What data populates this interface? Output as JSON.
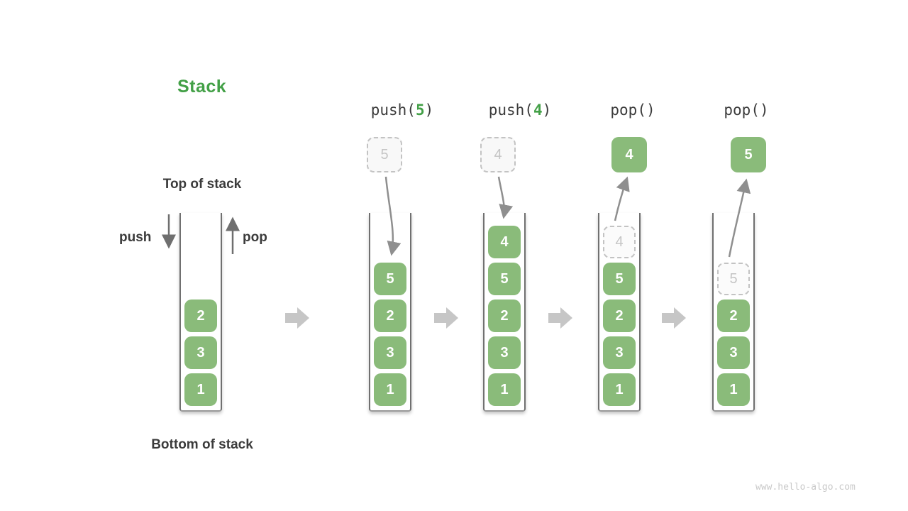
{
  "title": "Stack",
  "side_labels": {
    "top": "Top of stack",
    "bottom": "Bottom of stack",
    "push": "push",
    "pop": "pop"
  },
  "operations": [
    {
      "pre": "push(",
      "arg": "5",
      "post": ")"
    },
    {
      "pre": "push(",
      "arg": "4",
      "post": ")"
    },
    {
      "pre": "pop()",
      "arg": "",
      "post": ""
    },
    {
      "pre": "pop()",
      "arg": "",
      "post": ""
    }
  ],
  "stacks": [
    {
      "cells": [
        "2",
        "3",
        "1"
      ]
    },
    {
      "cells": [
        "5",
        "2",
        "3",
        "1"
      ],
      "floating": "5",
      "floating_style": "dashed"
    },
    {
      "cells": [
        "4",
        "5",
        "2",
        "3",
        "1"
      ],
      "floating": "4",
      "floating_style": "dashed"
    },
    {
      "cells": [
        "5",
        "2",
        "3",
        "1"
      ],
      "ghost": "4",
      "floating": "4",
      "floating_style": "solid"
    },
    {
      "cells": [
        "2",
        "3",
        "1"
      ],
      "ghost": "5",
      "floating": "5",
      "floating_style": "solid"
    }
  ],
  "watermark": "www.hello-algo.com",
  "colors": {
    "accent_green": "#43a047",
    "cell_green": "#8abb7a",
    "dark_text": "#3b3b3b",
    "wall_gray": "#707070",
    "block_arrow_gray": "#c6c6c6",
    "curve_arrow_gray": "#8f8f8f",
    "straight_arrow_gray": "#6f6f6f",
    "dash_gray": "#c3c3c3",
    "ghost_text": "#c5c5c5",
    "watermark_gray": "#c9c9c9"
  }
}
